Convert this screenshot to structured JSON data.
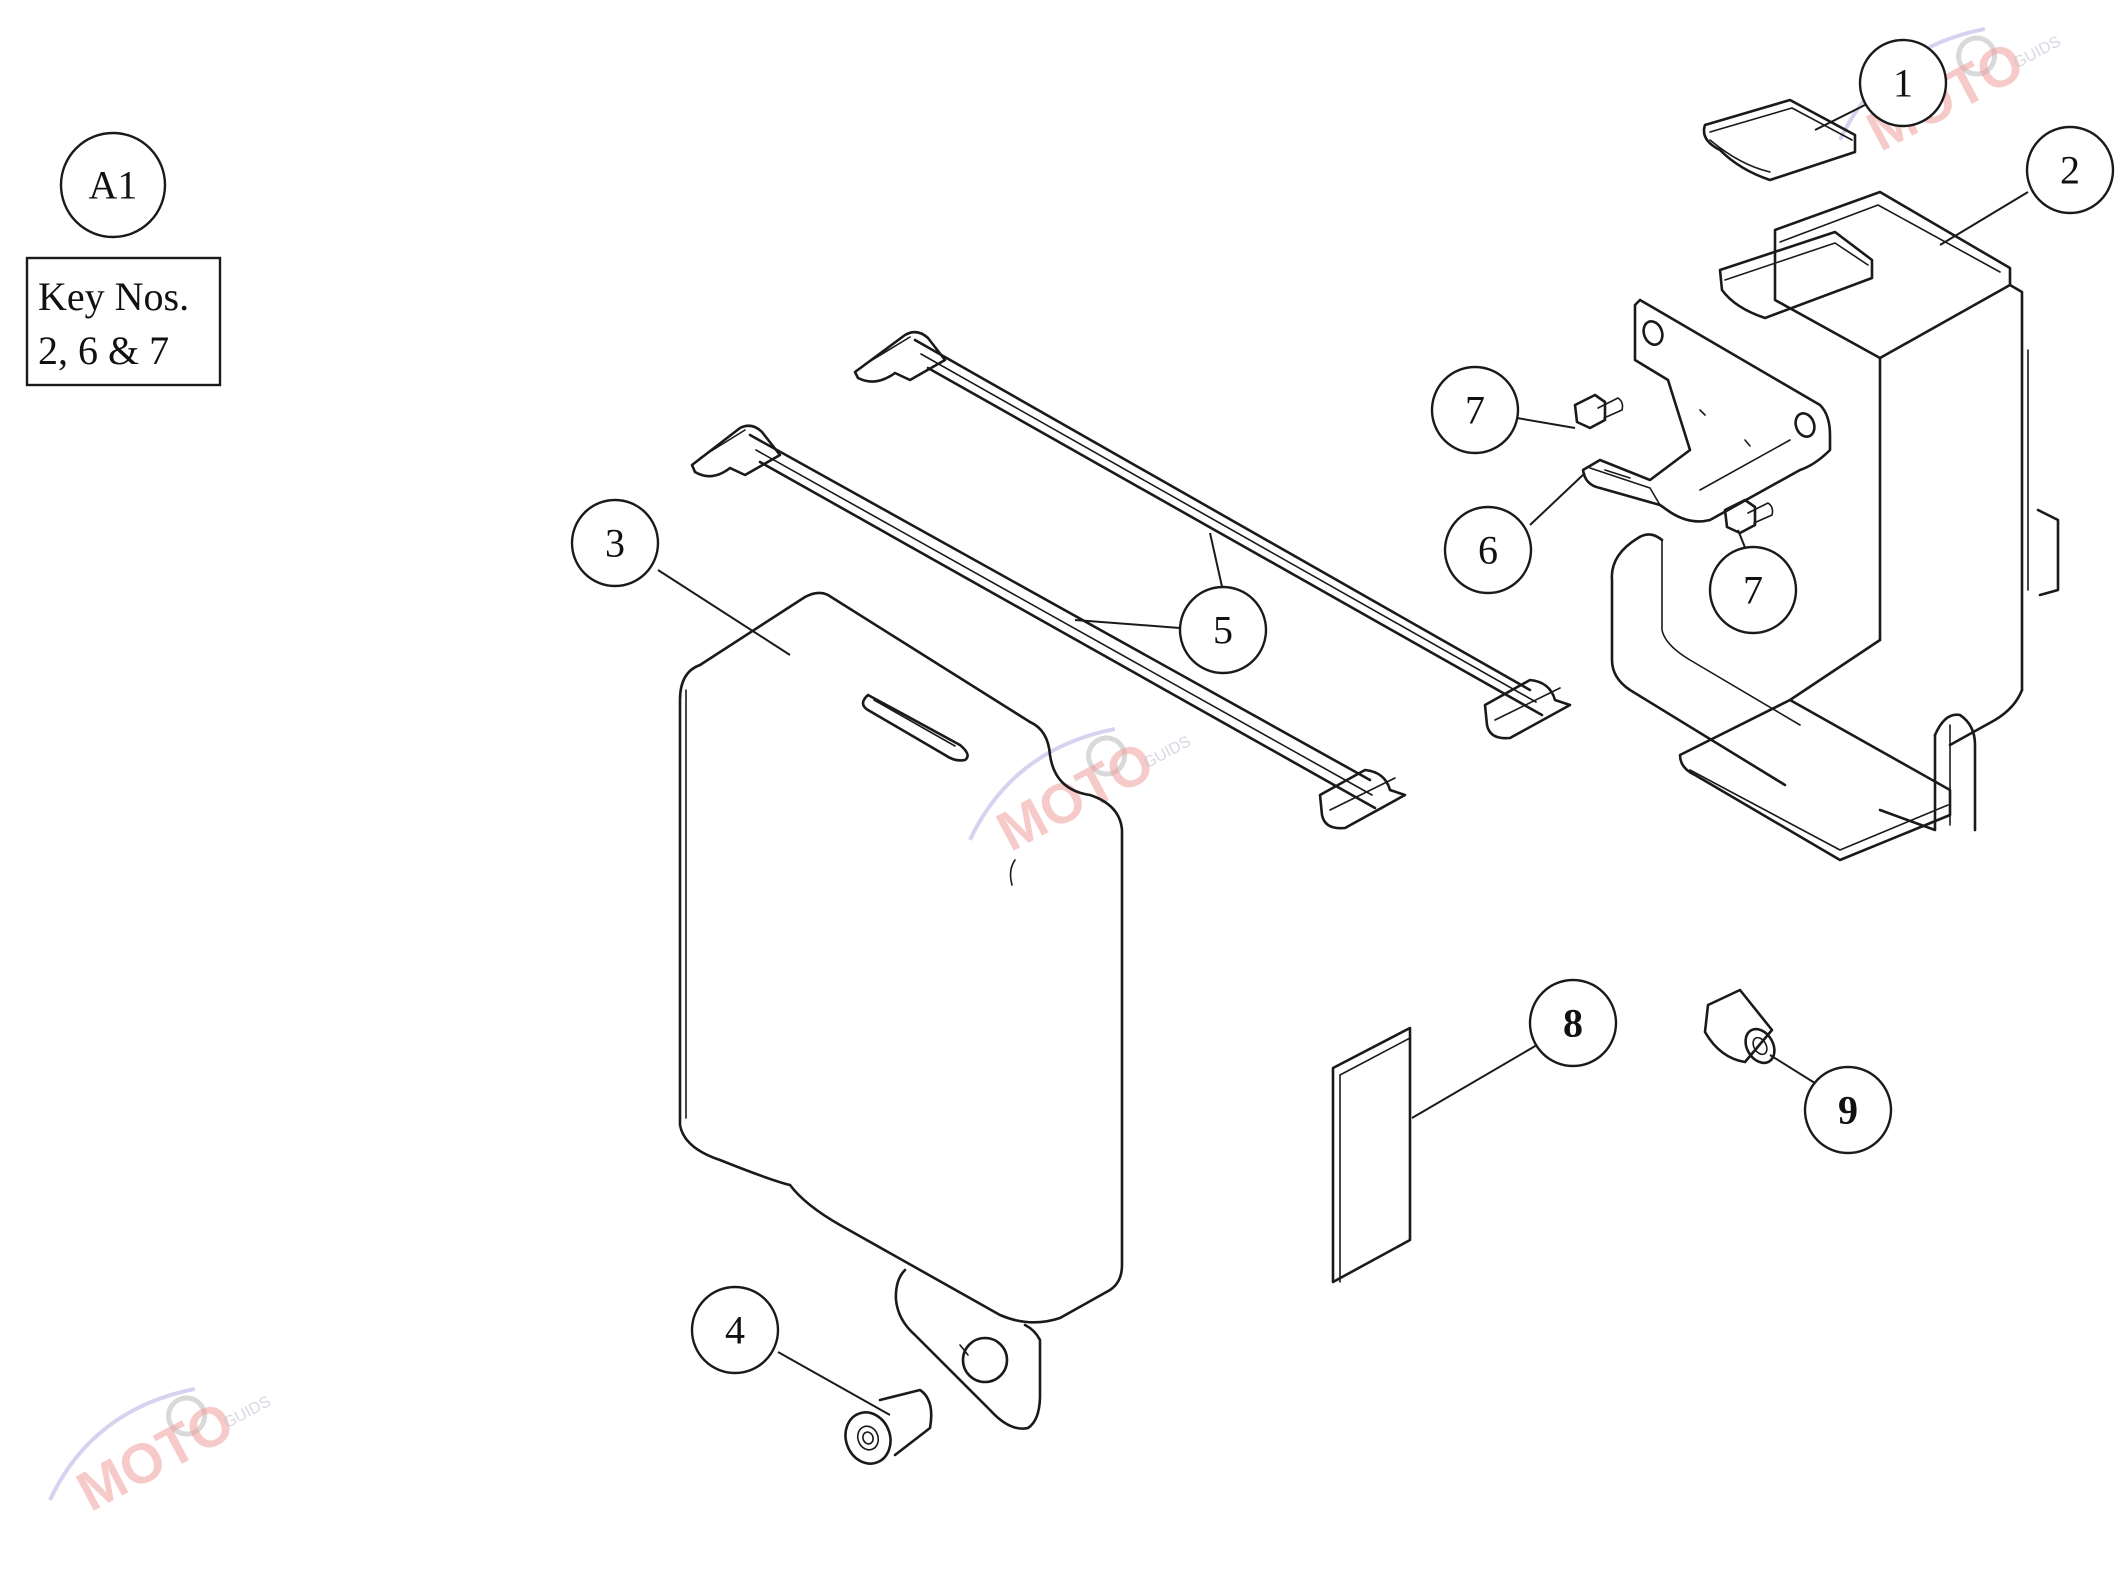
{
  "assembly_label": "A1",
  "key_nos": {
    "line1": "Key Nos.",
    "line2": "2, 6 & 7"
  },
  "callouts": [
    {
      "id": "1",
      "label": "1",
      "bold": false
    },
    {
      "id": "2",
      "label": "2",
      "bold": false
    },
    {
      "id": "3",
      "label": "3",
      "bold": false
    },
    {
      "id": "4",
      "label": "4",
      "bold": false
    },
    {
      "id": "5",
      "label": "5",
      "bold": false
    },
    {
      "id": "6",
      "label": "6",
      "bold": false
    },
    {
      "id": "7a",
      "label": "7",
      "bold": false
    },
    {
      "id": "7b",
      "label": "7",
      "bold": false
    },
    {
      "id": "8",
      "label": "8",
      "bold": true
    },
    {
      "id": "9",
      "label": "9",
      "bold": true
    }
  ],
  "watermark": {
    "logo": "MOTO",
    "sub": "GUIDS",
    "colors": {
      "logo": "#f2a0a0",
      "swoosh": "#b9b6e6",
      "gear": "#c9c9c9"
    }
  }
}
